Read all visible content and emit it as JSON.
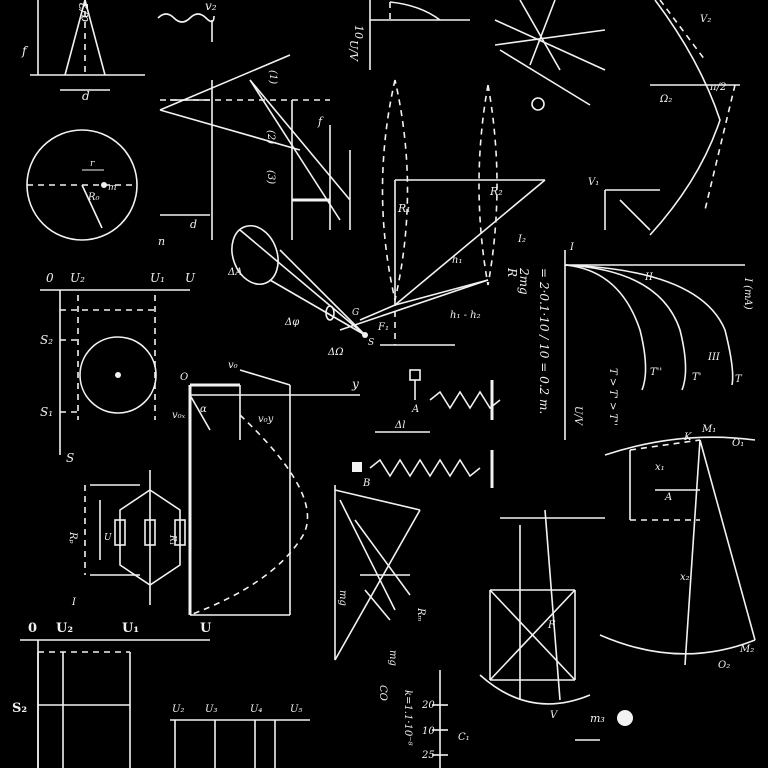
{
  "background_color": "#000000",
  "ink_color": "#f2f2f2",
  "labels": {
    "alpha2": "α/2",
    "f_top": "f",
    "d_top": "d",
    "u_v_top": "U/V",
    "ten_top": "10",
    "v2": "v₂",
    "r_big": "R₀",
    "m_small": "m",
    "r_small": "r",
    "o_left": "0",
    "u2_left": "U₂",
    "u1_left": "U₁",
    "u_left": "U",
    "s2_left": "S₂",
    "s1_left": "S₁",
    "s_left": "S",
    "ray1": "(1)",
    "ray2": "(2)",
    "ray3": "(3)",
    "n_label": "n",
    "d_mid": "d",
    "f_mid": "f",
    "delta_a": "ΔA",
    "delta_phi": "Δφ",
    "delta_omega": "ΔΩ",
    "g_label": "G",
    "s_label": "S",
    "r1": "R₁",
    "r2": "R₂",
    "i2": "I₂",
    "h1": "h₁",
    "h1h2": "h₁ - h₂",
    "f1": "F₁",
    "formula_r": "R",
    "formula_2mg": "2mg",
    "formula_eq": "= 2·0.1·10 / 10 = 0.2 m.",
    "v0": "v₀",
    "v0x": "v₀ₓ",
    "v0y": "v₀y",
    "alpha_mid": "α",
    "y_axis": "y",
    "o_mid": "O",
    "delta_l": "Δl",
    "a_spring": "A",
    "b_spring": "B",
    "rp": "Rₚ",
    "r1_circ": "R₁",
    "u_circ": "U",
    "i_circ": "I",
    "mg1": "mg",
    "mg2": "mg",
    "rm": "Rₘ",
    "co": "CO",
    "i_ma": "I (mA)",
    "u_v_right": "U/V",
    "temps": "T > T' > T''",
    "t1": "T''",
    "t2": "T'",
    "t3": "T",
    "roman1": "I",
    "roman2": "II",
    "roman3": "III",
    "m1": "M₁",
    "m2": "M₂",
    "o1": "O₁",
    "o2": "O₂",
    "k_label": "K",
    "a_right": "A",
    "x1": "x₁",
    "x2": "x₂",
    "f_right": "F",
    "v_bot": "V",
    "o_bot": "0",
    "u2_bot": "U₂",
    "u1_bot": "U₁",
    "u_bot": "U",
    "s2_bot": "S₂",
    "u2_small": "U₂",
    "u3_small": "U₃",
    "u4_small": "U₄",
    "u5_small": "U₅",
    "k_formula": "k=1.1·10⁻⁸",
    "twenty": "20",
    "ten_b": "10",
    "twentyfive": "25",
    "m3": "m₃",
    "c_label": "C₁",
    "pi2": "π/2",
    "v1": "V₁",
    "v2_right": "V₂",
    "omega2": "Ω₂"
  }
}
